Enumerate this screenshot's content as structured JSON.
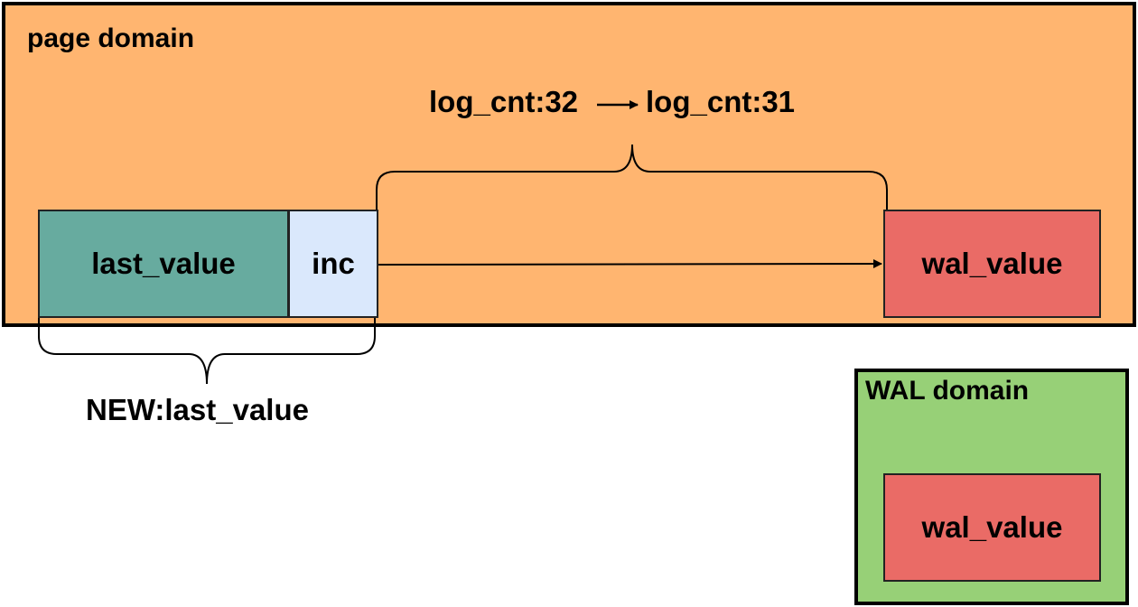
{
  "page_domain": {
    "title": "page domain"
  },
  "wal_domain": {
    "title": "WAL domain"
  },
  "boxes": {
    "last_value": "last_value",
    "inc": "inc",
    "wal_value_page": "wal_value",
    "wal_value_wal": "wal_value"
  },
  "log_cnt": {
    "from": "log_cnt:32",
    "to": "log_cnt:31"
  },
  "new_label": "NEW:last_value",
  "colors": {
    "page_domain": "#FFB570",
    "wal_domain": "#97D077",
    "last_value": "#67AB9F",
    "inc": "#DAE8FC",
    "wal_value": "#EA6B66"
  }
}
